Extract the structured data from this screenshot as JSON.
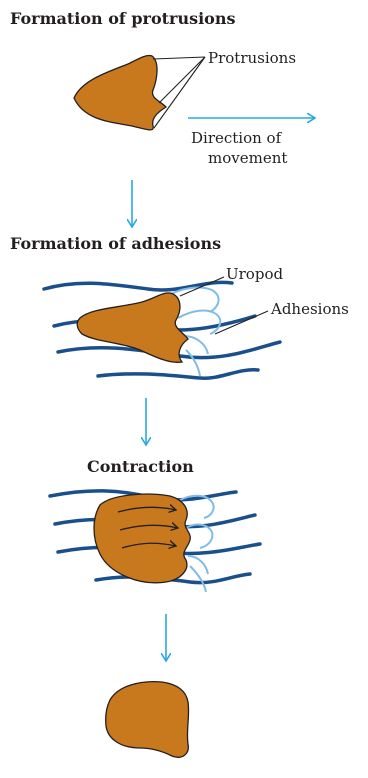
{
  "steps": {
    "protrusions": {
      "heading": "Formation of protrusions",
      "protrusions_label": "Protrusions",
      "direction_label_line1": "Direction of",
      "direction_label_line2": "movement"
    },
    "adhesions": {
      "heading": "Formation of adhesions",
      "uropod_label": "Uropod",
      "adhesions_label": "Adhesions"
    },
    "contraction": {
      "heading": "Contraction"
    }
  },
  "colors": {
    "cell_fill": "#c8791e",
    "cell_outline": "#231f20",
    "fiber": "#1b4f8c",
    "adhesion": "#7fbde7",
    "arrow": "#29a8e0",
    "text": "#231f20"
  }
}
